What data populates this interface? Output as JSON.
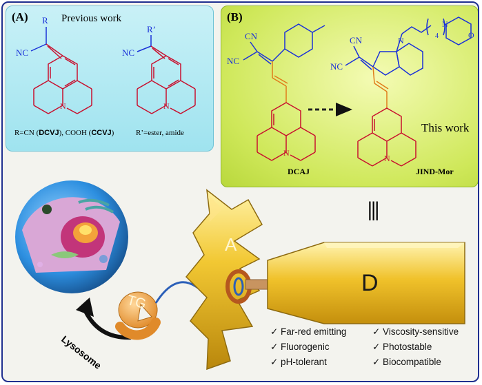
{
  "panel_a": {
    "label": "(A)",
    "title": "Previous work",
    "mol1": {
      "r": "R",
      "nc": "NC",
      "n": "N"
    },
    "mol2": {
      "r": "R’",
      "nc": "NC",
      "n": "N"
    },
    "caption1_parts": [
      "R=CN (",
      "DCVJ",
      "), COOH (",
      "CCVJ",
      ")"
    ],
    "caption2": "R’=ester, amide"
  },
  "panel_b": {
    "label": "(B)",
    "cn_top": "CN",
    "nc_left": "NC",
    "n_left": "N",
    "name_left": "DCAJ",
    "cn_top_r": "CN",
    "nc_right": "NC",
    "n_indole": "N",
    "n_morph": "N",
    "o_morph": "O",
    "subscript": "4",
    "n_right": "N",
    "this_work": "This work",
    "name_right": "JIND-Mor"
  },
  "equiv_symbol": "|||",
  "probe": {
    "a_label": "A",
    "d_label": "D",
    "tg_label": "TG",
    "lysosome_label": "Lysosome"
  },
  "features": [
    "✓ Far-red emitting",
    "✓ Viscosity-sensitive",
    "✓ Fluorogenic",
    "✓ Photostable",
    "✓ pH-tolerant",
    "✓ Biocompatible"
  ],
  "colors": {
    "mol_red": "#c8102e",
    "mol_blue": "#1a31d8",
    "gold": "#e8b71e",
    "frame": "#1f2f8f"
  }
}
